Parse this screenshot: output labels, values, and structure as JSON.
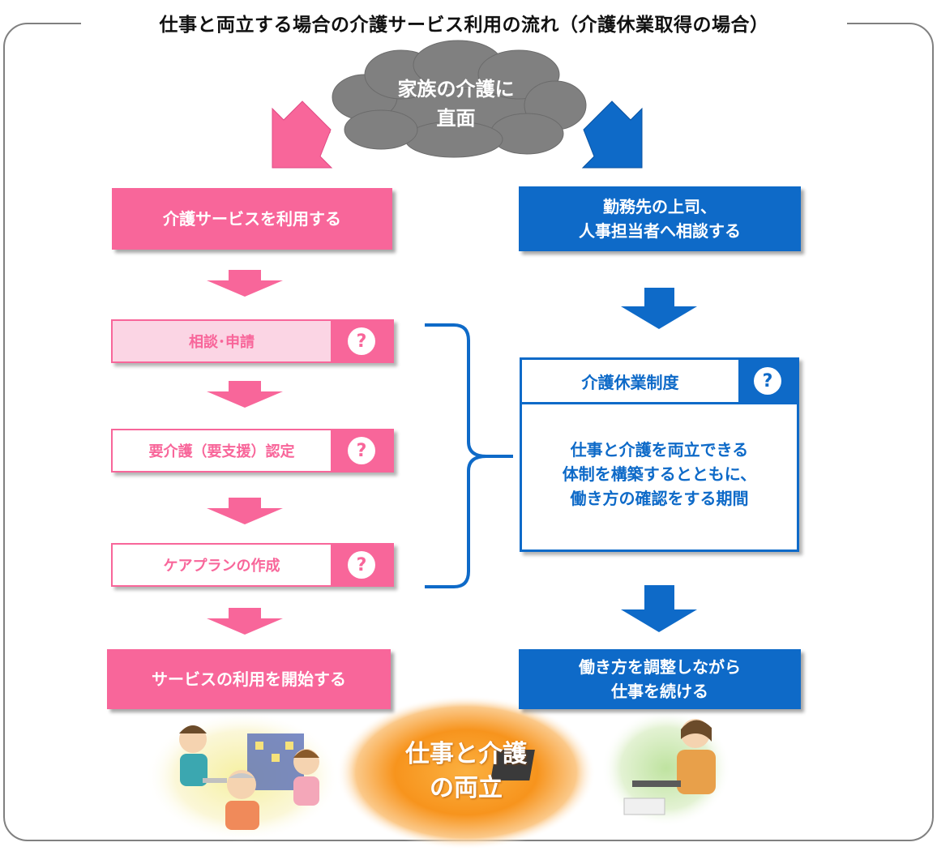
{
  "title": "仕事と両立する場合の介護サービス利用の流れ（介護休業取得の場合）",
  "start": {
    "line1": "家族の介護に",
    "line2": "直面"
  },
  "left": {
    "top_box": "介護サービスを利用する",
    "steps": [
      {
        "label": "相談･申請",
        "help": "?"
      },
      {
        "label": "要介護（要支援）認定",
        "help": "?"
      },
      {
        "label": "ケアプランの作成",
        "help": "?"
      }
    ],
    "bottom_box": "サービスの利用を開始する"
  },
  "right": {
    "top_box": {
      "line1": "勤務先の上司、",
      "line2": "人事担当者へ相談する"
    },
    "system": {
      "title": "介護休業制度",
      "help": "?",
      "line1": "仕事と介護を両立できる",
      "line2": "体制を構築するとともに、",
      "line3": "働き方の確認をする期間"
    },
    "bottom_box": {
      "line1": "働き方を調整しながら",
      "line2": "仕事を続ける"
    }
  },
  "goal": {
    "line1": "仕事と介護",
    "line2": "の両立"
  },
  "colors": {
    "pink": "#f8669a",
    "pink_light": "#fbd5e4",
    "blue": "#0e6ac8",
    "cloud": "#808080",
    "orange": "#f7941d"
  }
}
